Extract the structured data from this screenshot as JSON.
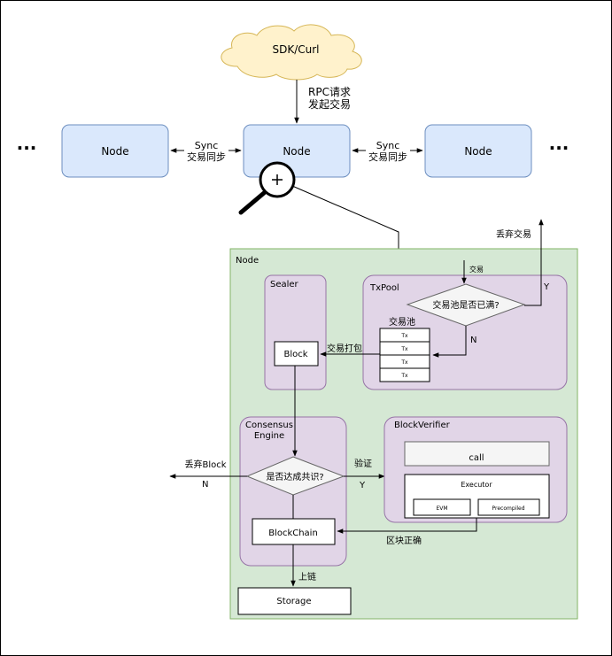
{
  "sdk": {
    "label": "SDK/Curl"
  },
  "rpc": {
    "line1": "RPC请求",
    "line2": "发起交易"
  },
  "top_nodes": {
    "left": "Node",
    "center": "Node",
    "right": "Node"
  },
  "ellipsis": {
    "left": "···",
    "right": "···"
  },
  "sync": {
    "line1": "Sync",
    "line2": "交易同步"
  },
  "detail": {
    "title": "Node"
  },
  "sealer": {
    "title": "Sealer",
    "block": "Block"
  },
  "txpool": {
    "title": "TxPool",
    "incoming": "交易",
    "decision": "交易池是否已满?",
    "yes": "Y",
    "no": "N",
    "discard": "丢弃交易",
    "pool_label": "交易池",
    "pool_items": [
      "Tx",
      "Tx",
      "Tx",
      "Tx"
    ],
    "pack": "交易打包"
  },
  "consensus": {
    "title_line1": "Consensus",
    "title_line2": "Engine",
    "decision": "是否达成共识?",
    "yes": "Y",
    "no": "N",
    "discard": "丢弃Block",
    "verify": "验证",
    "blockchain": "BlockChain",
    "block_ok": "区块正确"
  },
  "verifier": {
    "title": "BlockVerifier",
    "call": "call",
    "executor": "Executor",
    "evm": "EVM",
    "precompiled": "Precompiled"
  },
  "storage": {
    "onchain": "上链",
    "label": "Storage"
  },
  "colors": {
    "node_fill": "#dae8fc",
    "node_stroke": "#6c8ebf",
    "container_fill": "#d5e8d4",
    "container_stroke": "#82b366",
    "module_fill": "#e1d5e7",
    "module_stroke": "#9673a6",
    "cloud_fill": "#fff2cc",
    "cloud_stroke": "#d6b656",
    "grey_fill": "#f5f5f5",
    "grey_stroke": "#666666"
  }
}
